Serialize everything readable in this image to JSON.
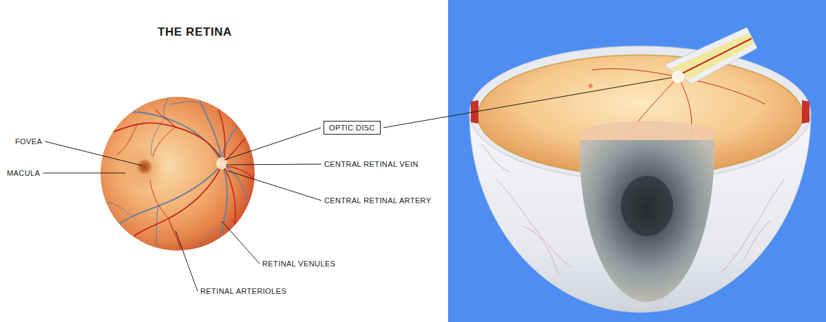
{
  "diagram": {
    "title": "THE RETINA",
    "nodes": [
      {
        "text": [
          "OPTIC DISC"
        ]
      }
    ],
    "labels": [
      "FOVEA",
      "MACULA",
      "CENTRAL RETINAL VEIN",
      "CENTRAL RETINAL ARTERY",
      "RETINAL VENULES",
      "RETINAL ARTERIOLES"
    ]
  }
}
